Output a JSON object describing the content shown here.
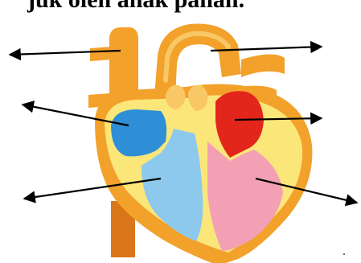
{
  "heading": "juk oleh anak panah.",
  "diagram": {
    "colors": {
      "muscle": "#f2a12a",
      "muscle_light": "#f9c766",
      "muscle_shadow": "#d9761a",
      "lining": "#fbe67a",
      "right_atrium": "#2e8fd6",
      "right_ventricle": "#8cc9ec",
      "left_atrium": "#e2261b",
      "left_ventricle": "#f3a0b4",
      "arrow": "#000000"
    },
    "arrows": [
      {
        "id": "arrow-1",
        "points_to": "superior-vena-cava"
      },
      {
        "id": "arrow-2",
        "points_to": "aorta"
      },
      {
        "id": "arrow-3",
        "points_to": "right-atrium"
      },
      {
        "id": "arrow-4",
        "points_to": "left-atrium"
      },
      {
        "id": "arrow-5",
        "points_to": "right-ventricle"
      },
      {
        "id": "arrow-6",
        "points_to": "left-ventricle"
      }
    ]
  }
}
